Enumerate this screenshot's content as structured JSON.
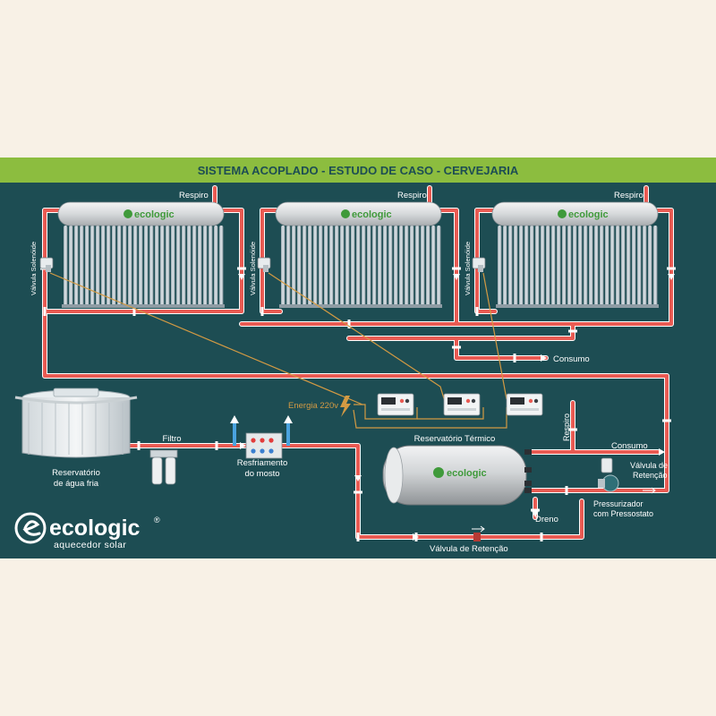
{
  "title": "SISTEMA ACOPLADO - ESTUDO DE CASO - CERVEJARIA",
  "colors": {
    "banner": "#8cbd3f",
    "banner_text": "#1d4d53",
    "panel": "#1d4d53",
    "pipe": "#e95b53",
    "pipe_dark": "#b53a34",
    "wire": "#d39a43",
    "background": "#f8f1e6",
    "brand_green": "#3f9a3a"
  },
  "collectors": [
    {
      "brand": "ecologic",
      "respiro": "Respiro",
      "valve_label": "Válvula Solenóide"
    },
    {
      "brand": "ecologic",
      "respiro": "Respiro",
      "valve_label": "Válvula Solenóide"
    },
    {
      "brand": "ecologic",
      "respiro": "Respiro",
      "valve_label": "Válvula Solenóide"
    }
  ],
  "labels": {
    "consumo_top": "Consumo",
    "energia": "Energia 220v",
    "reservoir_cold": [
      "Reservatório",
      "de água fria"
    ],
    "filter": "Filtro",
    "cooling": [
      "Resfriamento",
      "do mosto"
    ],
    "thermal_reservoir": "Reservatório Térmico",
    "thermal_brand": "ecologic",
    "respiro_right": "Respiro",
    "consumo_right": "Consumo",
    "check_valve_right": [
      "Válvula de",
      "Retenção"
    ],
    "pressurizer": [
      "Pressurizador",
      "com Pressostato"
    ],
    "drain": "Dreno",
    "check_valve_bottom": "Válvula de Retenção"
  },
  "logo": {
    "brand": "ecologic",
    "registered": "®",
    "tagline": "aquecedor solar"
  },
  "icons": {
    "lightning": "lightning-icon",
    "arrow": "flow-arrow-icon",
    "valve": "solenoid-valve-icon",
    "controller": "controller-icon"
  }
}
